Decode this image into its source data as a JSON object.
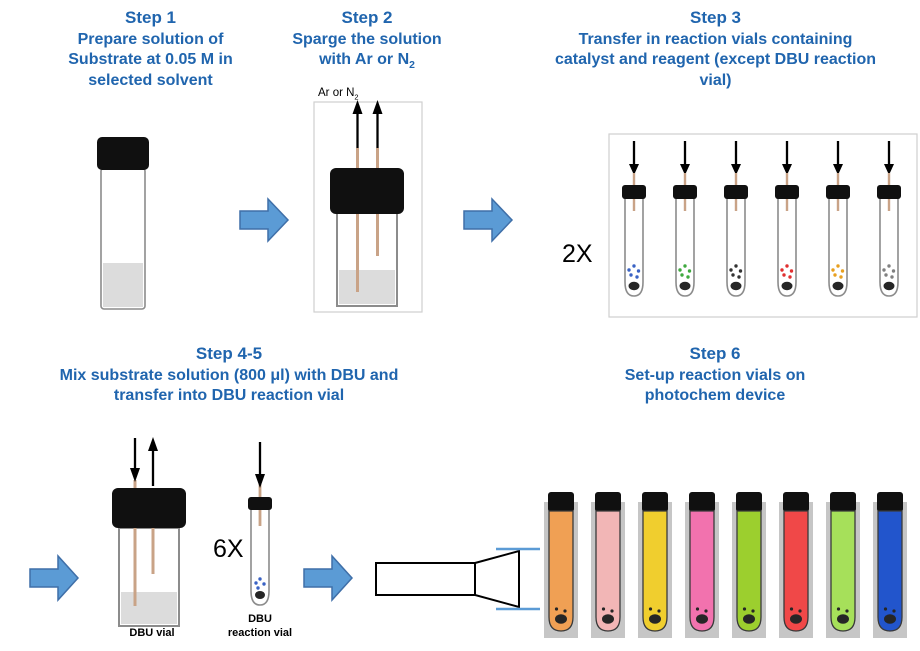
{
  "colors": {
    "title": "#2065AE",
    "arrow-fill": "#5B9BD5",
    "arrow-stroke": "#3F6FA8",
    "needle": "#C9A387",
    "cap": "#101010",
    "liquid-gray": "#DCDCDC",
    "slot-gray": "#C6C6C6",
    "blue-line": "#5B9BD5",
    "sediment": "#262626"
  },
  "step1": {
    "title": "Step 1",
    "desc": "Prepare solution of Substrate at 0.05 M in selected solvent"
  },
  "step2": {
    "title": "Step 2",
    "desc_line1": "Sparge the solution",
    "desc_line2": "with Ar or N",
    "desc_line2_sub": "2",
    "gas_label": "Ar or N",
    "gas_label_sub": "2"
  },
  "step3": {
    "title": "Step 3",
    "desc": "Transfer in reaction vials containing catalyst and reagent (except DBU reaction vial)",
    "multiplier": "2X",
    "speck_colors": [
      "#3A62C4",
      "#3FA93F",
      "#333333",
      "#E03030",
      "#E8A020",
      "#808080"
    ]
  },
  "step45": {
    "title": "Step 4-5",
    "desc": "Mix substrate solution (800 μl) with DBU and transfer into DBU reaction vial",
    "multiplier": "6X",
    "vial_label": "DBU vial",
    "reaction_label_line1": "DBU",
    "reaction_label_line2": "reaction vial",
    "speck_color": "#3A62C4"
  },
  "step6": {
    "title": "Step 6",
    "desc": "Set-up reaction vials on photochem device"
  },
  "rack": {
    "tube_colors": [
      "#F0A054",
      "#F2B6B6",
      "#F0CE2E",
      "#F272AE",
      "#9CCF2E",
      "#F04848",
      "#A6E05A",
      "#2255CC"
    ]
  }
}
